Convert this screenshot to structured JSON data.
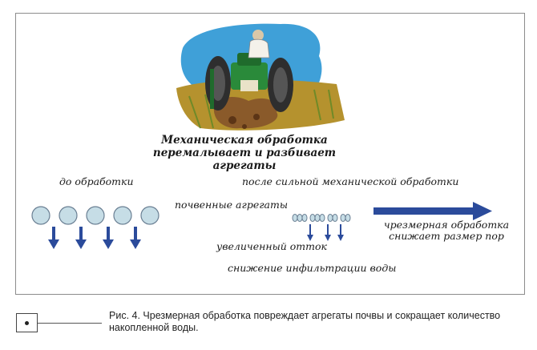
{
  "diagram": {
    "title": "Механическая обработка перемалывает и разбивает агрегаты",
    "before_label": "до обработки",
    "after_label": "после сильной механической обработки",
    "aggregates_label": "почвенные агрегаты",
    "excessive_label": "чрезмерная обработка снижает размер пор",
    "runoff_label": "увеличенный отток",
    "infiltration_label": "снижение инфильтрации воды",
    "colors": {
      "aggregate_fill": "#c6dde6",
      "aggregate_stroke": "#6a7f93",
      "arrow": "#2b4b9b",
      "tractor_green": "#2a8a3a",
      "soil": "#8a5a2a",
      "sky": "#3fa0d8"
    }
  },
  "caption": {
    "text": "Рис. 4. Чрезмерная обработка повреждает агрегаты почвы и сокращает количество накопленной воды.",
    "icon": "figure-marker-icon"
  }
}
